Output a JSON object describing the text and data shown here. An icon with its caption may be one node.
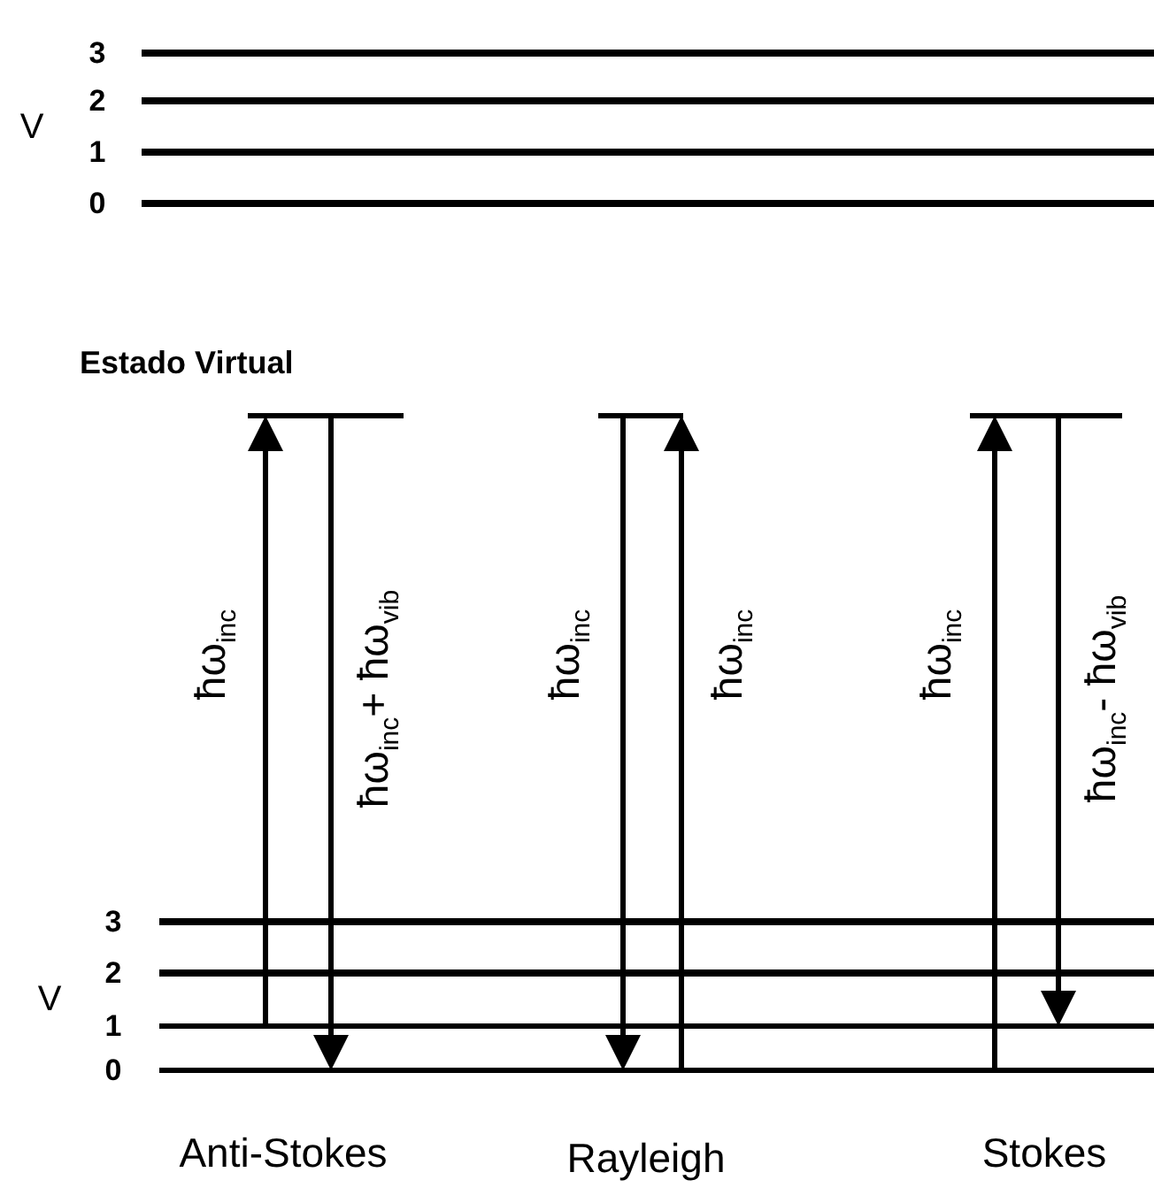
{
  "diagram": {
    "labels": [
      "3",
      "V",
      "2",
      "1",
      "0",
      "Estado Virtual",
      "ħω$_{inc}$",
      "ħω$_{inc}$+ ħω$_{vib}$",
      "ħω$_{inc}$",
      "ħω$_{inc}$",
      "ħω$_{inc}$",
      "ħω$_{inc}$- ħω$_{vib}$",
      "3",
      "V",
      "2",
      "1",
      "0",
      "Anti-Stokes",
      "Rayleigh",
      "Stokes"
    ]
  }
}
